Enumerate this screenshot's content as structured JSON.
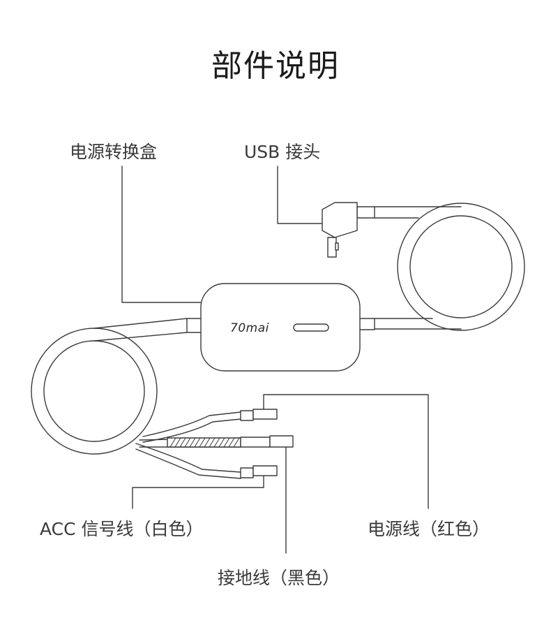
{
  "title": "部件说明",
  "labels": {
    "power_box": "电源转换盒",
    "usb_connector": "USB 接头",
    "acc_wire": "ACC 信号线（白色）",
    "power_wire": "电源线（红色）",
    "ground_wire": "接地线（黑色）"
  },
  "device": {
    "brand": "70mai"
  }
}
